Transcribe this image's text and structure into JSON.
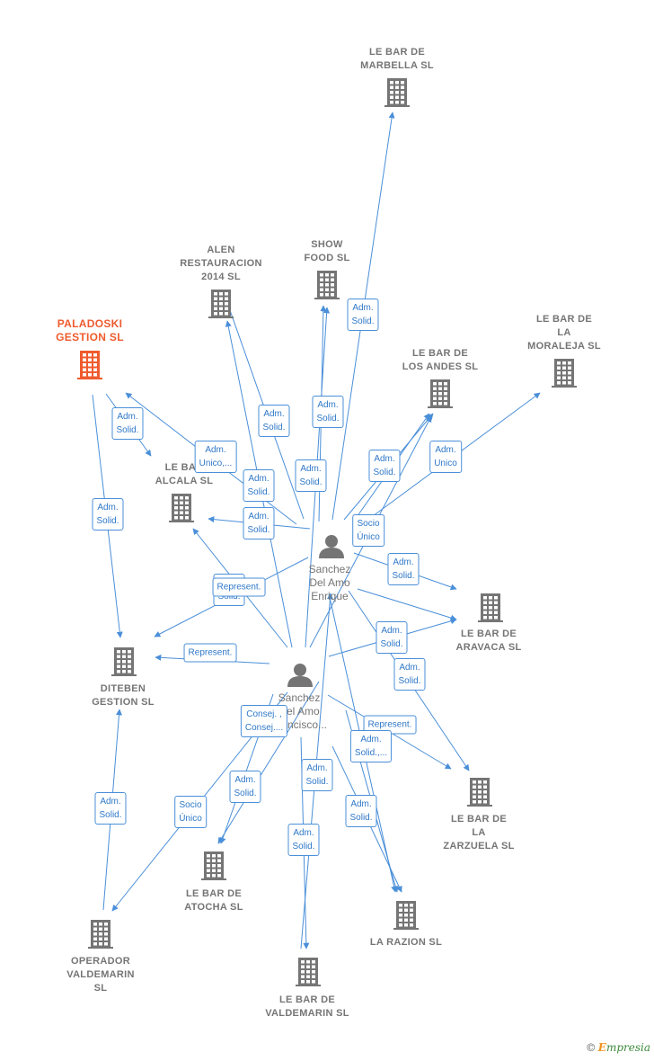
{
  "colors": {
    "edge": "#4a8fd9",
    "building": "#757575",
    "building_highlight": "#ef5b2e",
    "person": "#757575"
  },
  "companies": [
    {
      "id": "marbella",
      "label": "LE BAR DE\nMARBELLA SL"
    },
    {
      "id": "show",
      "label": "SHOW\nFOOD SL"
    },
    {
      "id": "alen",
      "label": "ALEN\nRESTAURACION\n2014 SL"
    },
    {
      "id": "paladoski",
      "label": "PALADOSKI\nGESTION SL",
      "highlight": true
    },
    {
      "id": "moraleja",
      "label": "LE BAR DE\nLA\nMORALEJA SL"
    },
    {
      "id": "andes",
      "label": "LE BAR DE\nLOS ANDES SL"
    },
    {
      "id": "alcala",
      "label": "LE BAR\nALCALA SL"
    },
    {
      "id": "aravaca",
      "label": "LE BAR DE\nARAVACA SL"
    },
    {
      "id": "diteben",
      "label": "DITEBEN\nGESTION SL"
    },
    {
      "id": "zarzuela",
      "label": "LE BAR DE\nLA\nZARZUELA SL"
    },
    {
      "id": "atocha",
      "label": "LE BAR DE\nATOCHA SL"
    },
    {
      "id": "razion",
      "label": "LA RAZION SL"
    },
    {
      "id": "operador",
      "label": "OPERADOR\nVALDEMARIN\nSL"
    },
    {
      "id": "valdemarin",
      "label": "LE BAR DE\nVALDEMARIN SL"
    }
  ],
  "persons": [
    {
      "id": "enrique",
      "label": "Sanchez\nDel Amo\nEnrique"
    },
    {
      "id": "francisco",
      "label": "Sanchez\nDel Amo\nFrancisco..."
    }
  ],
  "edge_labels": [
    "Adm.\nSolid.",
    "Adm.\nSolid.",
    "Adm.\nSolid.",
    "Adm.\nSolid.",
    "Adm.\nUnico,...",
    "Adm.\nSolid.",
    "Adm.\nSolid.",
    "Adm.\nSolid.",
    "Adm.\nUnico",
    "Adm.\nSolid.",
    "Socio\nÚnico",
    "Adm.\nSolid.",
    "Adm.\nSolid.",
    "Represent.",
    "Adm.\nSolid.",
    "Represent.",
    "Adm.\nSolid.",
    "Consej. ,\nConsej....",
    "Represent.",
    "Adm.\nSolid.,...",
    "Adm.\nSolid.",
    "Adm.\nSolid.",
    "Adm.\nSolid.",
    "Adm.\nSolid.",
    "Socio\nÚnico",
    "Adm.\nSolid.",
    "Adm.\nSolid."
  ],
  "footer": {
    "copyright": "©",
    "brand_initial": "E",
    "brand_rest": "mpresia"
  }
}
